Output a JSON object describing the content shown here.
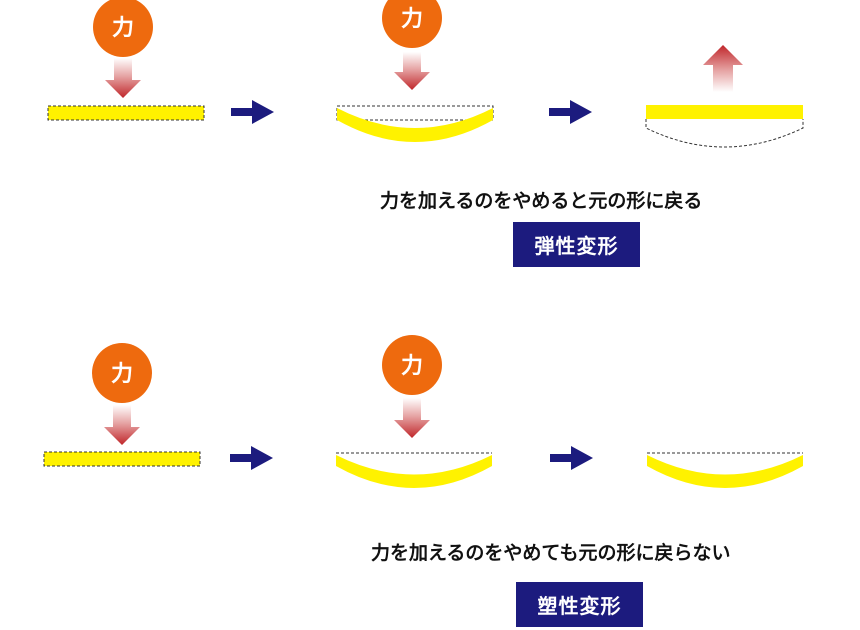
{
  "force_label": "力",
  "elastic": {
    "caption": "力を加えるのをやめると元の形に戻る",
    "badge": "弾性変形"
  },
  "plastic": {
    "caption": "力を加えるのをやめても元の形に戻らない",
    "badge": "塑性変形"
  },
  "colors": {
    "circle": "#ee6a0e",
    "bar": "#fff200",
    "step_arrow": "#1c1b7e",
    "force_arrow_top": "#ffffff",
    "force_arrow_bottom": "#c0262a",
    "badge": "#1c1b7e"
  },
  "icons": {
    "force": "force-circle-icon",
    "push": "downward-force-arrow-icon",
    "release": "upward-release-arrow-icon",
    "step": "step-arrow-icon"
  }
}
